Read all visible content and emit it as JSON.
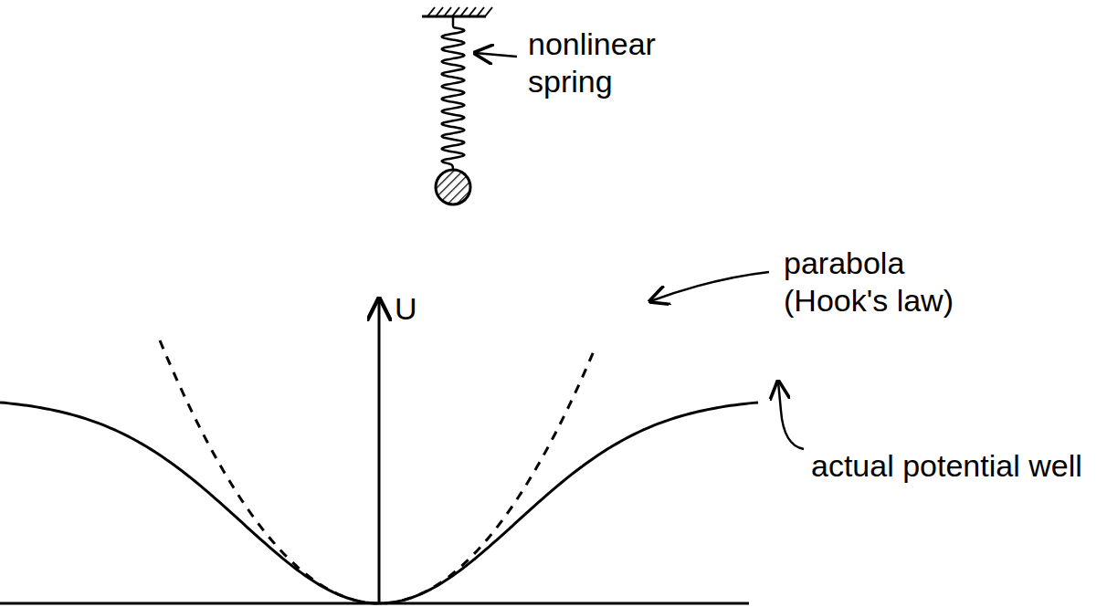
{
  "diagram": {
    "labels": [
      "nonlinear spring",
      "U",
      "parabola (Hook's law)",
      "actual potential well"
    ]
  }
}
